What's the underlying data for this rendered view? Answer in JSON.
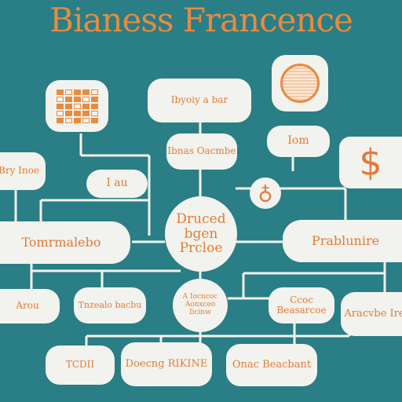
{
  "title": "Bianess Francence",
  "nodes": {
    "top_label": "Ibyoiy a bar",
    "sub_label": "Ibnas Oacmbe",
    "fee_label": "Iom",
    "left_label": "Bry Inoe",
    "small_label": "I au",
    "center_label": "Druced bgen Prcloe",
    "left_wide_label": "Tomrmalebo",
    "right_wide_label": "Prablunire",
    "low_left_label": "Arou",
    "low_mid_label": "Tnzealo bacbu",
    "center_low_label": "A Iocncoc Aonxceo Iicinw",
    "low_right_label": "Ccoc Beasarcoe",
    "far_right_label": "Aracvbe Ire",
    "bottom_left_label": "TCDII",
    "bottom_mid_label": "Doecng RIKINE",
    "bottom_right_label": "Onac Beacbant",
    "dollar_sign": "$"
  },
  "icons": [
    "grid-chart-icon",
    "coin-icon",
    "dollar-icon",
    "spark-icon"
  ],
  "colors": {
    "background": "#2a7e85",
    "accent": "#e98a3e",
    "box": "#f2f3ee",
    "line": "#f2f3ee"
  }
}
